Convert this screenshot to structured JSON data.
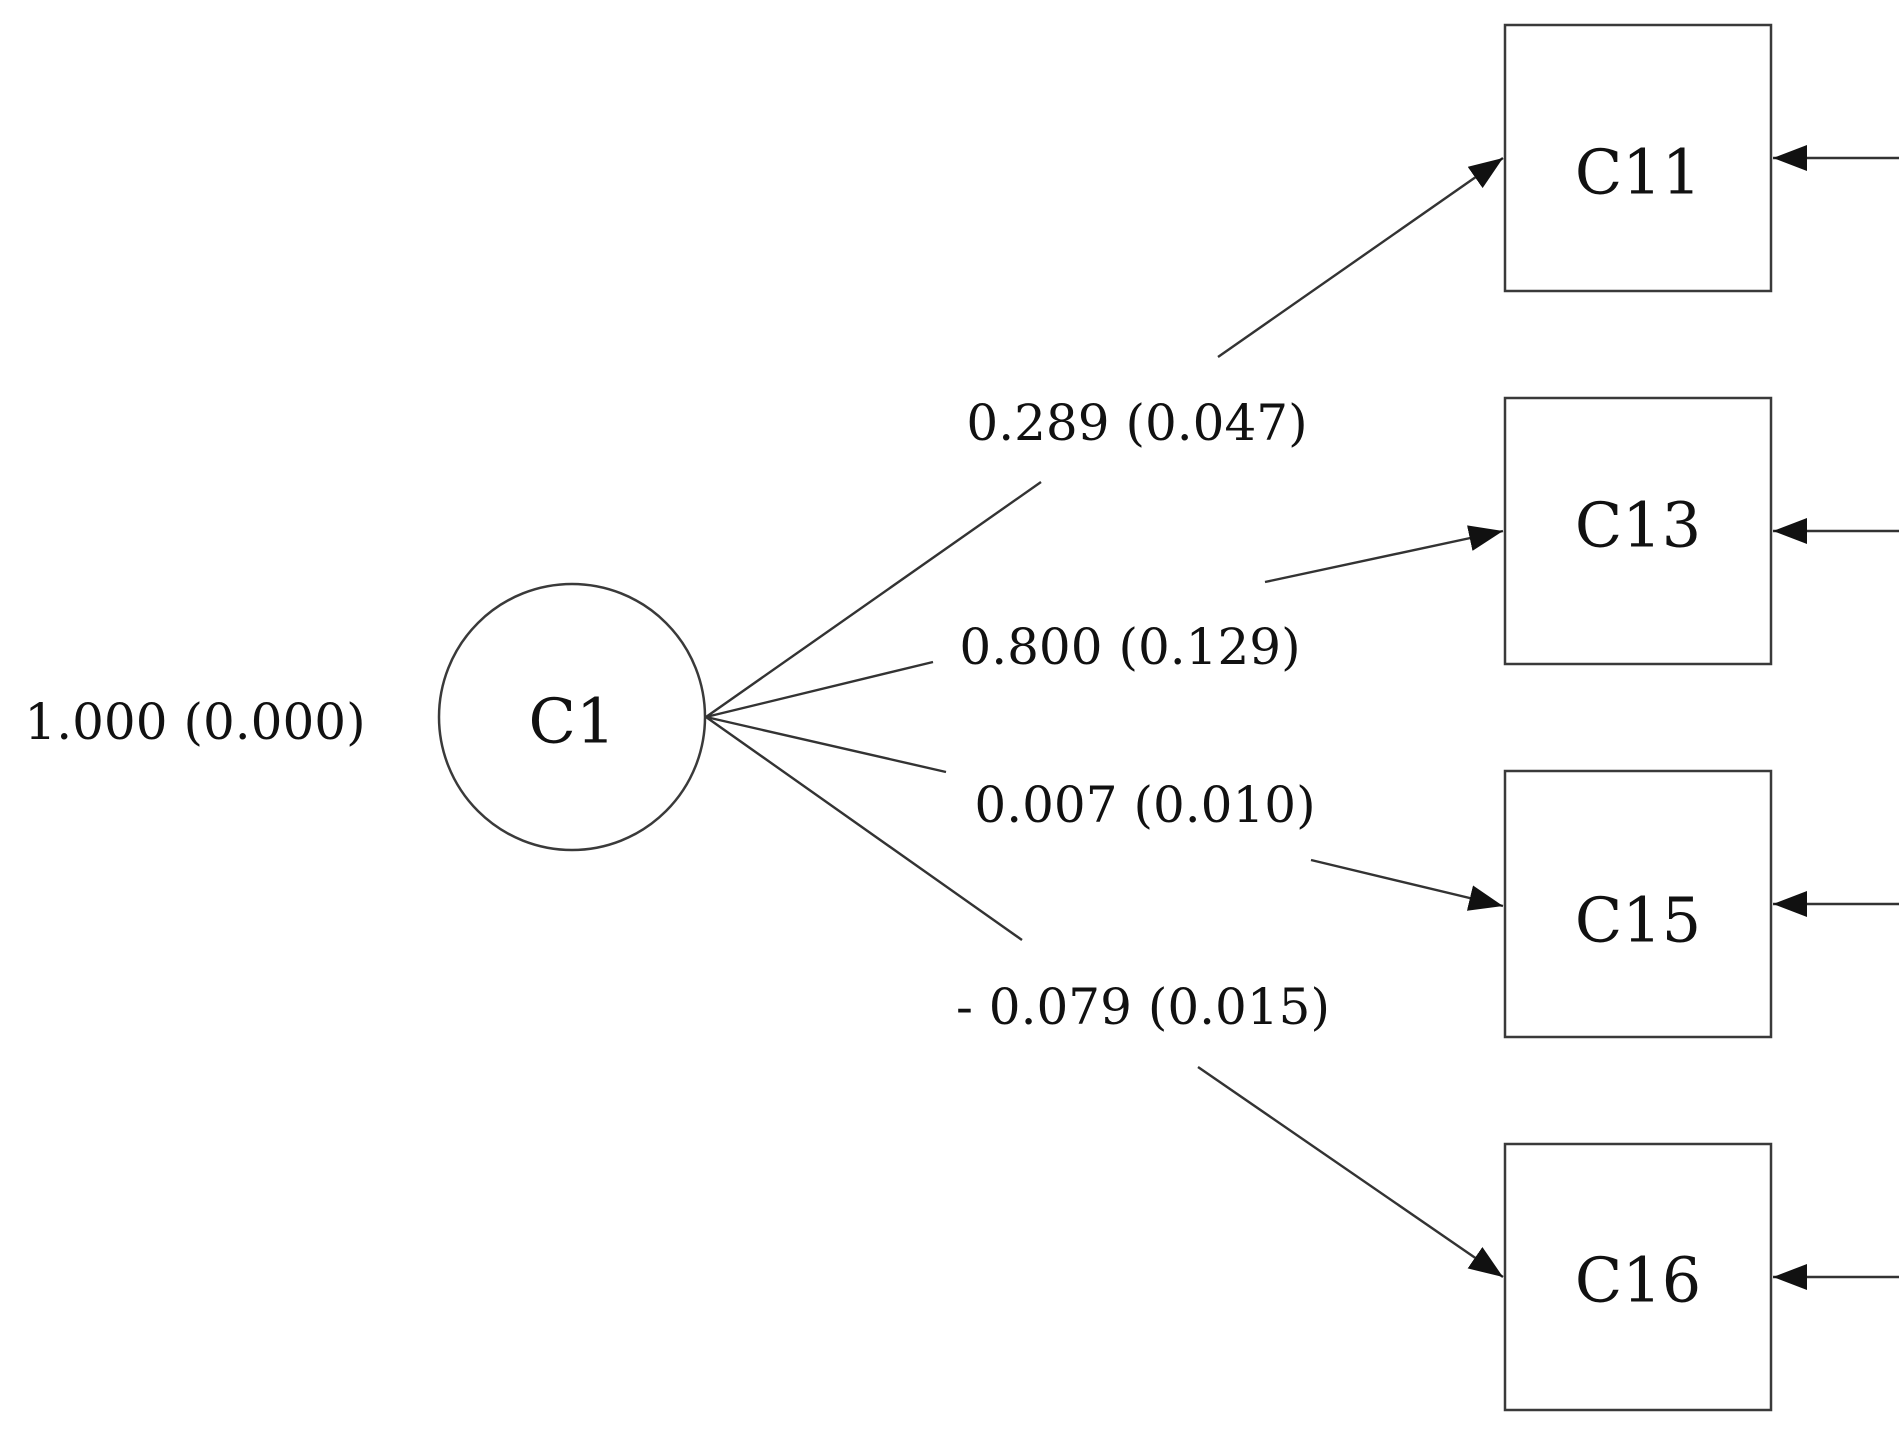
{
  "latent": {
    "label": "C1",
    "variance_label": "1.000 (0.000)"
  },
  "indicators": [
    {
      "label": "C11",
      "loading_label": "0.289 (0.047)"
    },
    {
      "label": "C13",
      "loading_label": "0.800 (0.129)"
    },
    {
      "label": "C15",
      "loading_label": "0.007 (0.010)"
    },
    {
      "label": "C16",
      "loading_label": "- 0.079 (0.015)"
    }
  ]
}
